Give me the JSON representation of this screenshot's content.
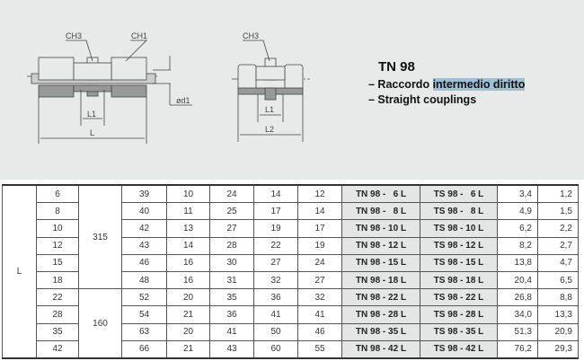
{
  "drawing": {
    "labels": {
      "ch3_left": "CH3",
      "ch1": "CH1",
      "d1": "ød1",
      "l1_left": "L1",
      "l": "L",
      "ch3_right": "CH3",
      "l1_right": "L1",
      "l2": "L2"
    }
  },
  "heading": {
    "title": "TN 98",
    "line1_prefix": "– Raccordo ",
    "line1_highlight": "intermedio diritto",
    "line2": "– Straight couplings"
  },
  "table": {
    "series_label": "L",
    "pressure_groups": [
      {
        "value": "315",
        "rows": 6
      },
      {
        "value": "160",
        "rows": 4
      }
    ],
    "rows": [
      {
        "d1": "6",
        "c1": "39",
        "c2": "10",
        "c3": "24",
        "c4": "14",
        "c5": "12",
        "tn": "TN 98 -   6 L",
        "ts": "TS 98 -   6 L",
        "w1": "3,4",
        "w2": "1,2"
      },
      {
        "d1": "8",
        "c1": "40",
        "c2": "11",
        "c3": "25",
        "c4": "17",
        "c5": "14",
        "tn": "TN 98 -   8 L",
        "ts": "TS 98 -   8 L",
        "w1": "4,9",
        "w2": "1,5"
      },
      {
        "d1": "10",
        "c1": "42",
        "c2": "13",
        "c3": "27",
        "c4": "19",
        "c5": "17",
        "tn": "TN 98 - 10 L",
        "ts": "TS 98 - 10 L",
        "w1": "6,2",
        "w2": "2,2"
      },
      {
        "d1": "12",
        "c1": "43",
        "c2": "14",
        "c3": "28",
        "c4": "22",
        "c5": "19",
        "tn": "TN 98 - 12 L",
        "ts": "TS 98 - 12 L",
        "w1": "8,2",
        "w2": "2,7"
      },
      {
        "d1": "15",
        "c1": "46",
        "c2": "16",
        "c3": "30",
        "c4": "27",
        "c5": "24",
        "tn": "TN 98 - 15 L",
        "ts": "TS 98 - 15 L",
        "w1": "13,8",
        "w2": "4,7"
      },
      {
        "d1": "18",
        "c1": "48",
        "c2": "16",
        "c3": "31",
        "c4": "32",
        "c5": "27",
        "tn": "TN 98 - 18 L",
        "ts": "TS 98 - 18 L",
        "w1": "20,4",
        "w2": "6,5"
      },
      {
        "d1": "22",
        "c1": "52",
        "c2": "20",
        "c3": "35",
        "c4": "36",
        "c5": "32",
        "tn": "TN 98 - 22 L",
        "ts": "TS 98 - 22 L",
        "w1": "26,8",
        "w2": "8,8"
      },
      {
        "d1": "28",
        "c1": "54",
        "c2": "21",
        "c3": "36",
        "c4": "41",
        "c5": "41",
        "tn": "TN 98 - 28 L",
        "ts": "TS 98 - 28 L",
        "w1": "34,0",
        "w2": "13,3"
      },
      {
        "d1": "35",
        "c1": "63",
        "c2": "20",
        "c3": "41",
        "c4": "50",
        "c5": "46",
        "tn": "TN 98 - 35 L",
        "ts": "TS 98 - 35 L",
        "w1": "51,3",
        "w2": "20,9"
      },
      {
        "d1": "42",
        "c1": "66",
        "c2": "21",
        "c3": "43",
        "c4": "60",
        "c5": "55",
        "tn": "TN 98 - 42 L",
        "ts": "TS 98 - 42 L",
        "w1": "76,2",
        "w2": "29,3"
      }
    ]
  }
}
